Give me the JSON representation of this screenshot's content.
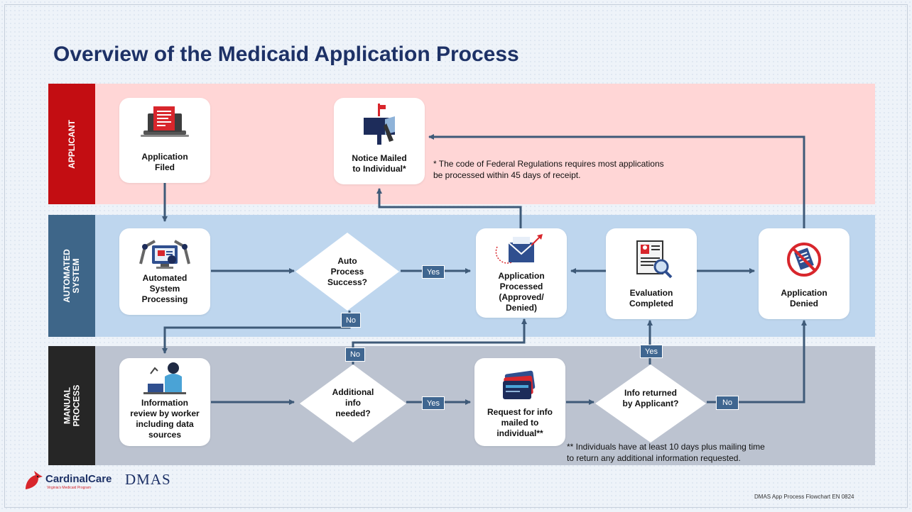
{
  "title": "Overview of the Medicaid Application Process",
  "colors": {
    "applicant_lane": "#ffd6d6",
    "applicant_label": "#c30d12",
    "automated_lane": "#bed6ee",
    "automated_label": "#3e6689",
    "manual_lane": "#bcc3d0",
    "manual_label": "#262626",
    "title": "#1d3166",
    "arrow": "#3e5a78",
    "tag": "#3f6690"
  },
  "lanes": {
    "applicant": "APPLICANT",
    "automated": "AUTOMATED\nSYSTEM",
    "manual": "MANUAL\nPROCESS"
  },
  "nodes": {
    "application_filed": "Application\nFiled",
    "notice_mailed": "Notice Mailed\nto Individual*",
    "automated_processing": "Automated\nSystem\nProcessing",
    "auto_success": "Auto\nProcess\nSuccess?",
    "application_processed": "Application\nProcessed\n(Approved/\nDenied)",
    "evaluation_completed": "Evaluation\nCompleted",
    "application_denied": "Application\nDenied",
    "info_review": "Information\nreview by worker\nincluding data\nsources",
    "additional_info": "Additional\ninfo\nneeded?",
    "request_info": "Request for info\nmailed to\nindividual**",
    "info_returned": "Info returned\nby Applicant?"
  },
  "tags": {
    "auto_yes": "Yes",
    "auto_no": "No",
    "additional_no": "No",
    "additional_yes": "Yes",
    "returned_yes": "Yes",
    "returned_no": "No"
  },
  "notes": {
    "note1": "* The code of Federal Regulations requires most applications\n   be processed within 45 days of receipt.",
    "note2": "** Individuals have at least 10 days plus mailing time\n    to return any additional information requested."
  },
  "footer": {
    "logo_cardinal": "CardinalCare",
    "logo_cardinal_sub": "Virginia's Medicaid Program",
    "logo_dmas": "DMAS",
    "doc_id": "DMAS App Process Flowchart EN 0824"
  },
  "icons": {
    "application_filed": "laptop-form-icon",
    "notice_mailed": "mailbox-icon",
    "automated_processing": "robot-arms-computer-icon",
    "application_processed": "envelope-send-icon",
    "evaluation_completed": "document-magnifier-icon",
    "application_denied": "prohibited-document-icon",
    "info_review": "worker-at-desk-icon",
    "request_info": "stacked-cards-icon"
  }
}
